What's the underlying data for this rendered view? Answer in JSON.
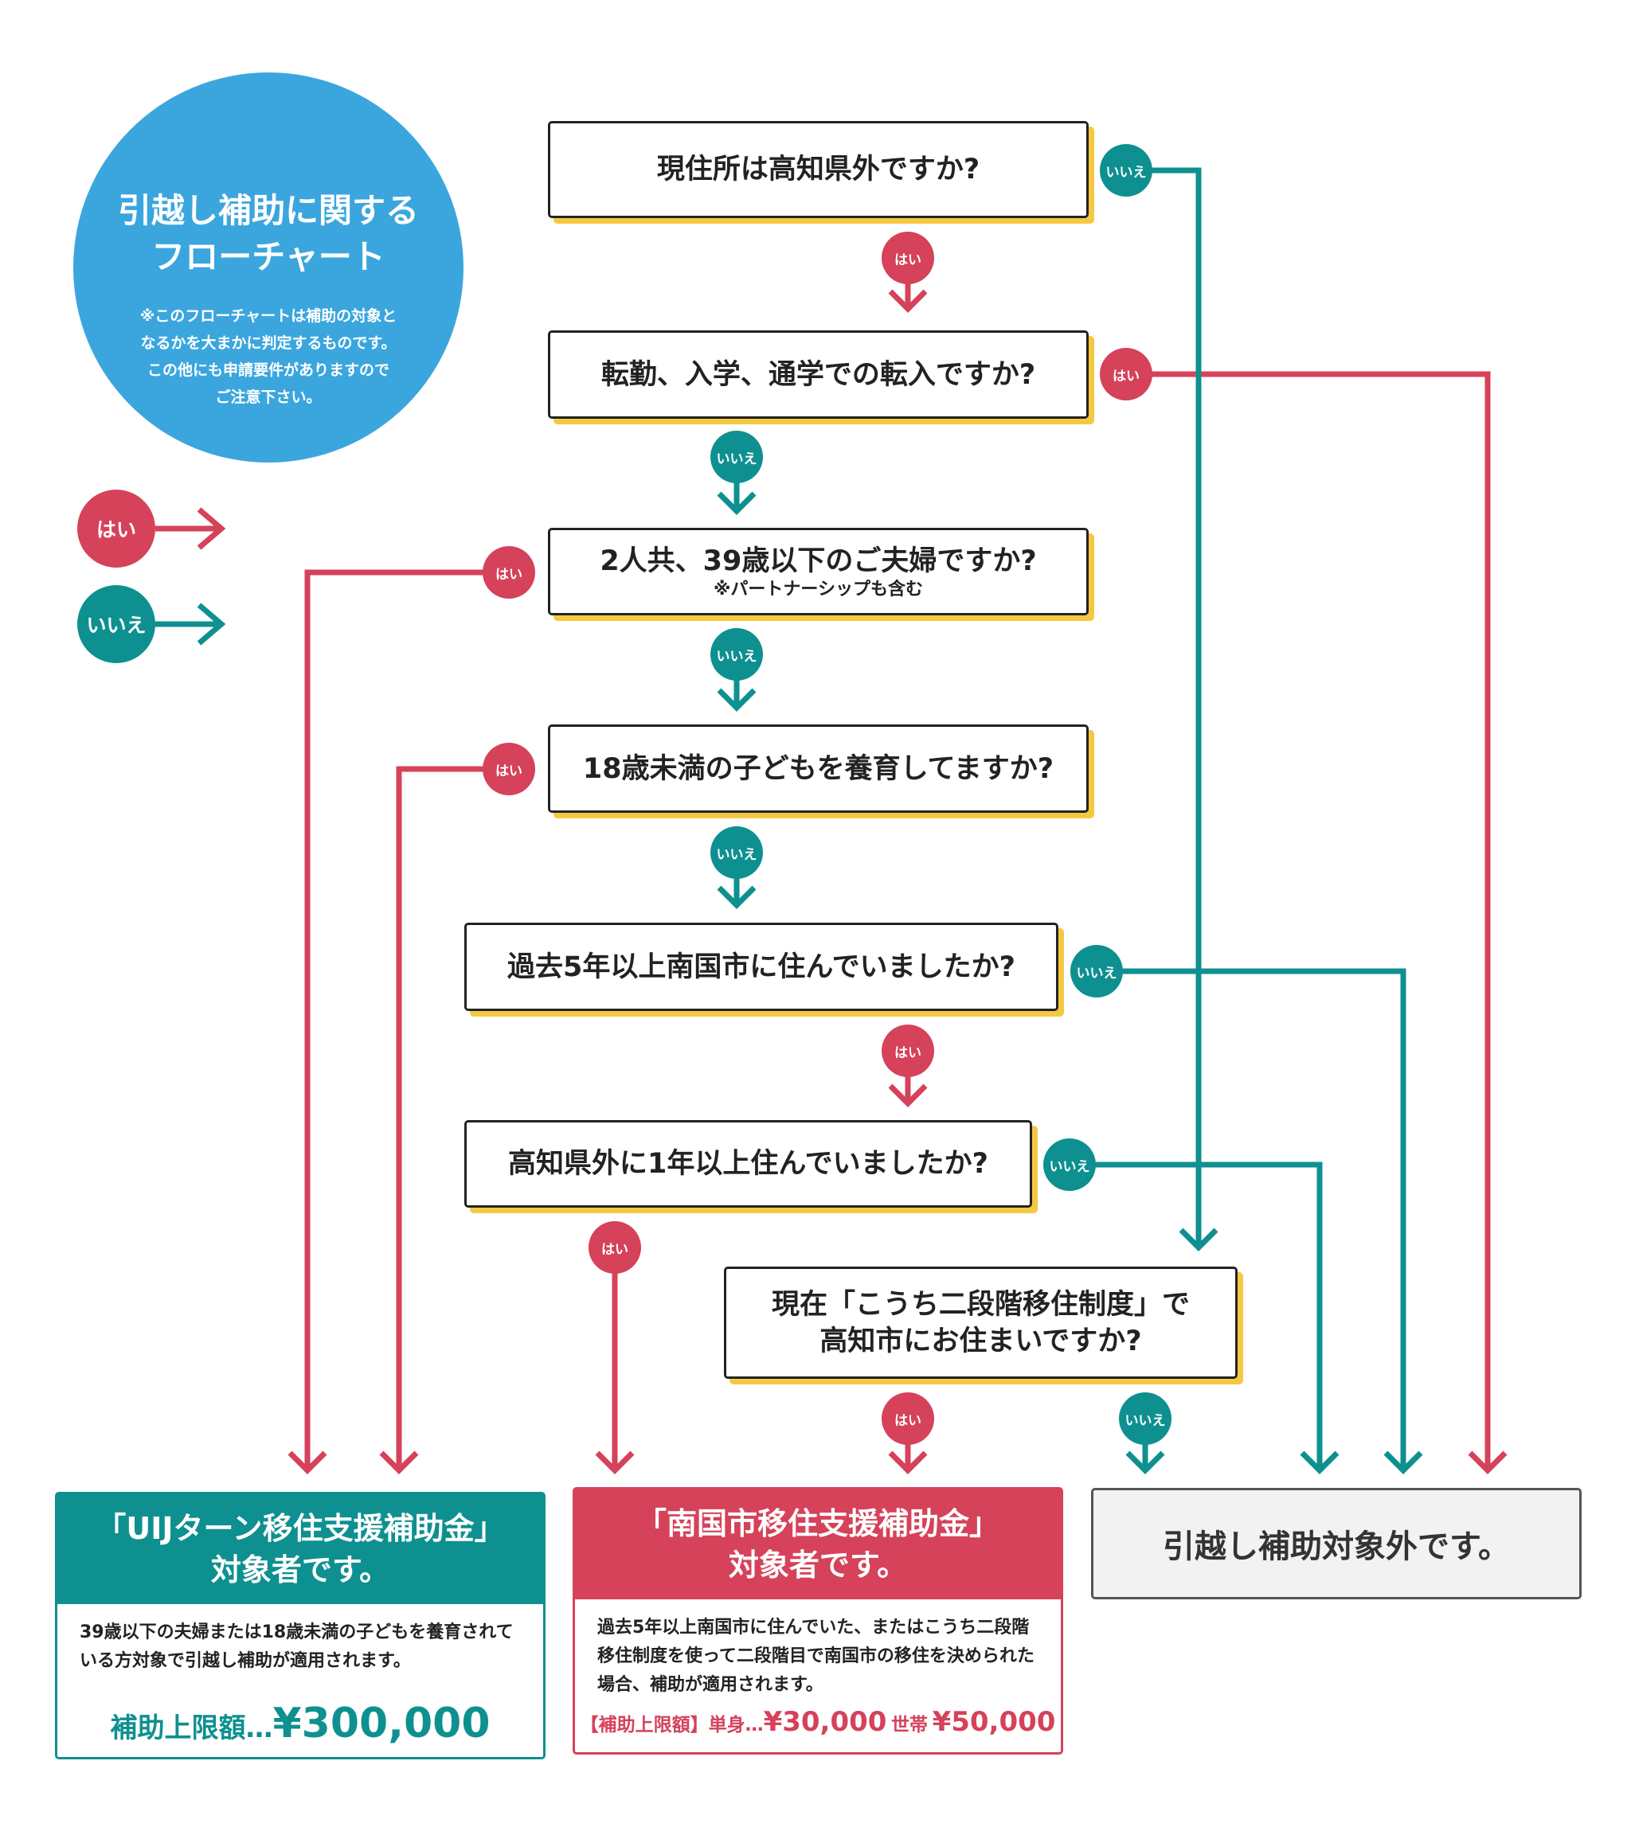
{
  "colors": {
    "yes": "#d5425a",
    "no": "#0e9090",
    "title_circle": "#3ba6de",
    "shadow": "#f5c842"
  },
  "title": {
    "heading": "引越し補助に関する\nフローチャート",
    "note": "※このフローチャートは補助の対象と\nなるかを大まかに判定するものです。\nこの他にも申請要件がありますので\nご注意下さい。"
  },
  "legend": {
    "yes": "はい",
    "no": "いいえ"
  },
  "badges": {
    "yes": "はい",
    "no": "いいえ"
  },
  "questions": [
    {
      "text": "現住所は高知県外ですか?"
    },
    {
      "text": "転勤、入学、通学での転入ですか?"
    },
    {
      "text": "2人共、39歳以下のご夫婦ですか?",
      "sub": "※パートナーシップも含む"
    },
    {
      "text": "18歳未満の子どもを養育してますか?"
    },
    {
      "text": "過去5年以上南国市に住んでいましたか?"
    },
    {
      "text": "高知県外に1年以上住んでいましたか?"
    },
    {
      "text": "現在「こうち二段階移住制度」で",
      "text2": "高知市にお住まいですか?"
    }
  ],
  "results": [
    {
      "title": "「UIJターン移住支援補助金」\n対象者です。",
      "desc": "39歳以下の夫婦または18歳未満の子どもを養育されている方対象で引越し補助が適用されます。",
      "amount_label": "補助上限額…",
      "amount": "¥300,000"
    },
    {
      "title": "「南国市移住支援補助金」\n対象者です。",
      "desc": "過去5年以上南国市に住んでいた、またはこうち二段階移住制度を使って二段階目で南国市の移住を決められた 場合、補助が適用されます。",
      "amount_label": "【補助上限額】単身…",
      "amount_single": "¥30,000",
      "household_label": "世帯",
      "amount_household": "¥50,000"
    },
    {
      "title": "引越し補助対象外です。"
    }
  ]
}
